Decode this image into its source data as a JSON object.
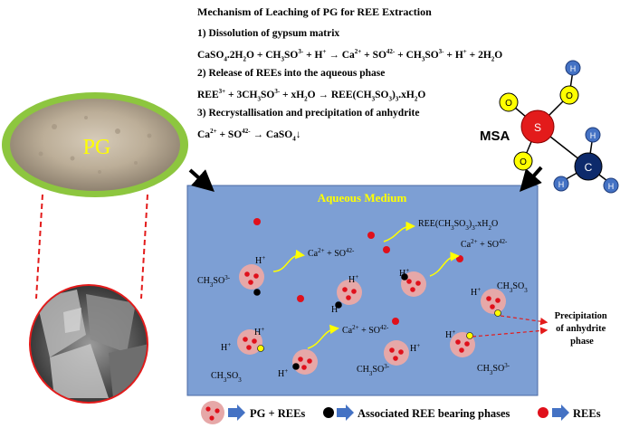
{
  "header": {
    "title": "Mechanism of Leaching of PG for REE Extraction",
    "step1": "1)    Dissolution of gypsum matrix",
    "step2": "2) Release of REEs into the aqueous phase",
    "step3": "3) Recrystallisation and precipitation of anhydrite"
  },
  "equations": {
    "eq1": "CaSO4.2H2O + CH3SO3- + H+ → Ca2+ + SO42- + CH3SO3- + H+ + 2H2O",
    "eq2": "REE3+ + 3CH3SO3- + xH2O → REE(CH3SO3)3.xH2O",
    "eq3": "Ca2+ + SO42- → CaSO4↓"
  },
  "labels": {
    "pg": "PG",
    "msa": "MSA",
    "aqueous_medium": "Aqueous Medium",
    "h_plus": "H+",
    "ch3so3": "CH3SO3",
    "ch3so3_minus": "CH3SO3-",
    "ca_so4": "Ca2+ + SO42-",
    "ree_complex": "REE(CH3SO3)3.xH2O",
    "precipitation": "Precipitation of anhydrite phase"
  },
  "molecule": {
    "s": "S",
    "o": "O",
    "c": "C",
    "h": "H"
  },
  "legend": {
    "pg_rees": "PG + REEs",
    "associated": "Associated REE bearing phases",
    "rees": "REEs"
  },
  "colors": {
    "medium_fill": "#7d9fd4",
    "medium_title": "#ffff00",
    "pg_rim": "#8dc63f",
    "particle": "#e6a8a8",
    "ree_dot": "#e0101b",
    "yellow_dot": "#ffff00",
    "sulfur": "#e31b1b",
    "carbon": "#0d2a6b",
    "hydrogen": "#4472c4",
    "arrow_blue": "#4472c4",
    "dashed_red": "#e31b1b"
  }
}
